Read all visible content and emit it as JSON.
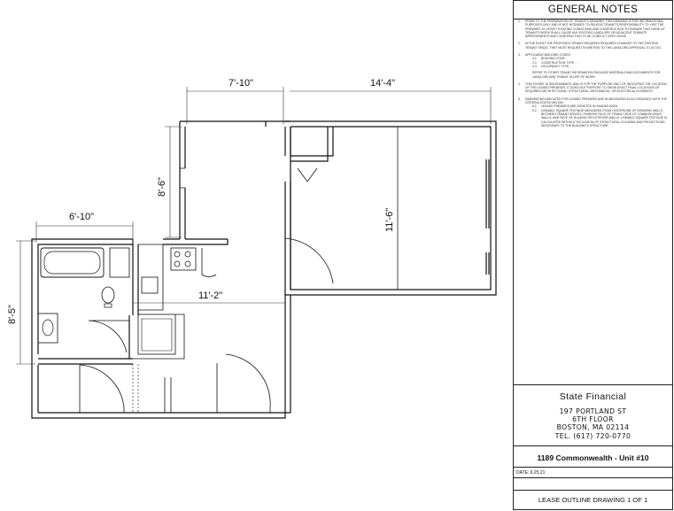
{
  "title_block": {
    "general_notes_title": "GENERAL NOTES",
    "notes": [
      {
        "num": "1.",
        "text": "PRIOR TO THE PREPARATION OF TENANT'S DRAWING, THIS DRAWING IS FOR INFORMATIONAL PURPOSES ONLY AND IS NOT INTENDED TO RELIEVE TENANT'S RESPONSIBILITY TO VISIT THE PREMISES TO VERIFY EXISTING CONDITIONS AND CONSTRUCTION TO ENSURE THAT NONE OF TENANT'S WORK SHALL CAUSE ANY EXISTING LANDLORD OR ADJACENT TENANTS IMPROVEMENTS AND CONSTRUCTION TO BE CONFLICT WITH LEASE."
      },
      {
        "num": "2.",
        "text": "IN THE EVENT THE PROPOSED TENANT REQUIRES REQUIRES CHANGES TO THE EXISTING TENANT SPACE, THEY MUST REQUEST IN WRITING TO THE LANDLORD APPROVAL TO DO SO."
      },
      {
        "num": "3.",
        "text": "APPLICABLE BUILDING CODES:"
      },
      {
        "num": "4.",
        "text": "THIS EXHIBIT IS DIAGRAMMATIC AND IS FOR THE PURPOSE ONLY OF INDICATING THE LOCATION OF THE LEASED PREMISES. IT DOES NOT PURPORT TO SHOW EXACT FINAL LOCATIONS OF REQUIRED ARCHITECTURAL, STRUCTURAL, MECHANICAL, OR ELECTRICAL ELEMENTS."
      },
      {
        "num": "5.",
        "text": "DIMENSIONS INDICATED FOR LEASED PREMISES ARE IN MEASURED IN ACCORDANCE WITH THE CRITERIA STATED BELOW:"
      }
    ],
    "codes": [
      {
        "num": "3.1.",
        "text": "BUILDING CODE:"
      },
      {
        "num": "3.2.",
        "text": "CONSTRUCTION TYPE:    -"
      },
      {
        "num": "3.3.",
        "text": "OCCUPANCY TYPE:    -"
      }
    ],
    "codes_footer": "REFER TO OTHER TENANT INFORMATION PACKAGE MATERIALS AND DOCUMENTS FOR LANDLORD AND TENANT SCOPE OF WORK.",
    "criteria": [
      {
        "num": "5.1.",
        "text": "LEASED PREMISES ARE DENOTED IN SHADED AREA"
      },
      {
        "num": "5.2.",
        "text": "USEABLE SQUARE FOOTAGE MEASURED FROM CENTERLINE OF DEMISING WALLS BETWEEN TENANT SPACES, FINISHED FACE OF TENANT SIDE OF COMMON SPACE WALLS, AND FACE OF GLAZING OR EXTERIOR WALLS. USEABLE SQUARE FOOTAGE IS CALCULATED WITHOUT EXCLUSION OF STRUCTURAL COLUMNS AND PROJECTIONS NECESSARY TO THE BUILDING'S STRUCTURE."
      }
    ],
    "company": {
      "name": "State Financial",
      "address1": "197 PORTLAND ST",
      "address2": "6TH FLOOR",
      "address3": "BOSTON, MA 02114",
      "phone": "TEL. (617) 720-0770"
    },
    "project": "1189 Commonwealth - Unit #10",
    "date_label": "DATE:",
    "date_value": "6.25.21",
    "drawing_title": "LEASE OUTLINE DRAWING 1 OF 1"
  },
  "dimensions": {
    "upper_left_width": "7'-10\"",
    "upper_right_width": "14'-4\"",
    "upper_left_height": "8'-6\"",
    "right_room_height": "11'-6\"",
    "bath_width": "6'-10\"",
    "bath_height": "8'-5\"",
    "lower_width": "11'-2\""
  }
}
